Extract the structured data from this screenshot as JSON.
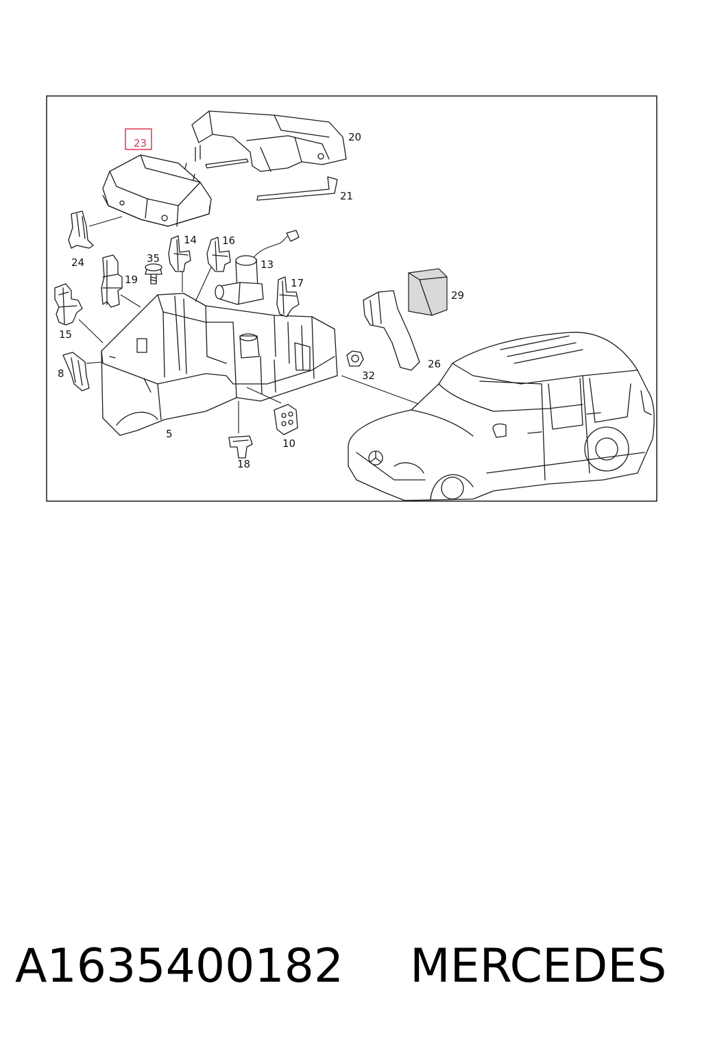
{
  "diagram": {
    "labels": {
      "p5": "5",
      "p8": "8",
      "p10": "10",
      "p13": "13",
      "p14": "14",
      "p15": "15",
      "p16": "16",
      "p17": "17",
      "p18": "18",
      "p19": "19",
      "p20": "20",
      "p21": "21",
      "p23": "23",
      "p24": "24",
      "p26": "26",
      "p29": "29",
      "p32": "32",
      "p35": "35"
    },
    "highlight_color": "#e0405a"
  },
  "caption": {
    "part_number": "A1635400182",
    "brand": "MERCEDES"
  }
}
